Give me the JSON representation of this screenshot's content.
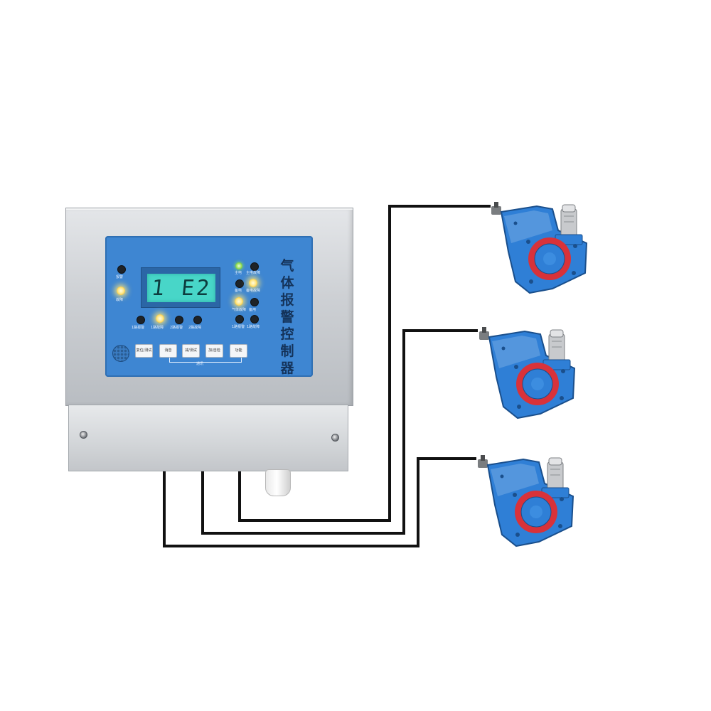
{
  "controller": {
    "title_chars": [
      "气",
      "体",
      "报",
      "警",
      "控",
      "制",
      "器"
    ],
    "lcd": {
      "tabs": [
        "",
        "",
        ""
      ],
      "readout": "1 E2",
      "unit": ""
    },
    "left_indicators": [
      {
        "label": "报警",
        "state": "off"
      },
      {
        "label": "故障",
        "state": "on"
      }
    ],
    "bottom_indicators": [
      {
        "label": "1路报警",
        "state": "off"
      },
      {
        "label": "1路故障",
        "state": "on"
      },
      {
        "label": "2路报警",
        "state": "off"
      },
      {
        "label": "2路故障",
        "state": "off"
      }
    ],
    "right_indicators": [
      {
        "label": "主电",
        "state": "green"
      },
      {
        "label": "主电故障",
        "state": "off"
      },
      {
        "label": "备电",
        "state": "off"
      },
      {
        "label": "备电故障",
        "state": "on"
      },
      {
        "label": "气体故障",
        "state": "on"
      },
      {
        "label": "备用",
        "state": "off"
      },
      {
        "label": "1路报警",
        "state": "off"
      },
      {
        "label": "1路故障",
        "state": "off"
      }
    ],
    "keys": [
      "复位/测试",
      "消音",
      "减/测试",
      "加/自检",
      "功能"
    ],
    "key_group_label": "通讯"
  },
  "detectors": [
    {
      "name": "detector-1",
      "housing_color": "#2f7fd6",
      "ring_color": "#d8323a"
    },
    {
      "name": "detector-2",
      "housing_color": "#2f7fd6",
      "ring_color": "#d8323a"
    },
    {
      "name": "detector-3",
      "housing_color": "#2f7fd6",
      "ring_color": "#d8323a"
    }
  ],
  "colors": {
    "panel": "#3e86d2",
    "lcd_screen": "#48d6c8",
    "cable": "#111111"
  }
}
